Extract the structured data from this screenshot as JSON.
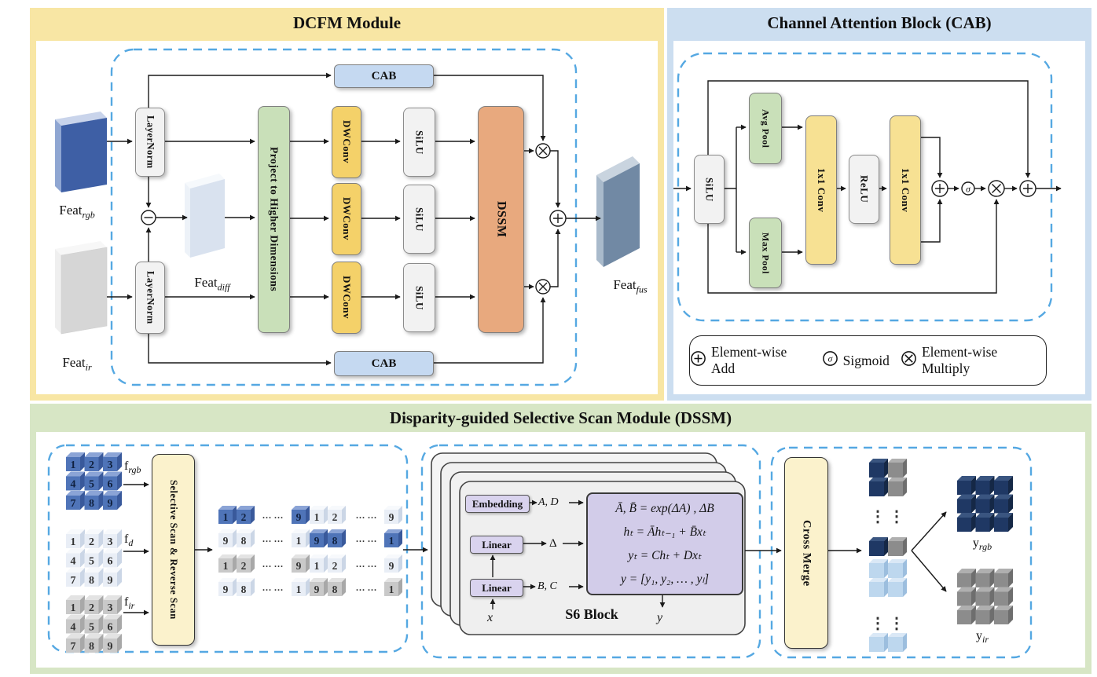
{
  "dcfm": {
    "title": "DCFM Module",
    "feat_rgb": {
      "base": "Feat",
      "sub": "rgb"
    },
    "feat_ir": {
      "base": "Feat",
      "sub": "ir"
    },
    "feat_diff": {
      "base": "Feat",
      "sub": "diff"
    },
    "feat_fus": {
      "base": "Feat",
      "sub": "fus"
    },
    "layernorm_top": "LayerNorm",
    "layernorm_bottom": "LayerNorm",
    "project": "Project to Higher Dimensions",
    "dwconv1": "DWConv",
    "dwconv2": "DWConv",
    "dwconv3": "DWConv",
    "silu1": "SiLU",
    "silu2": "SiLU",
    "silu3": "SiLU",
    "dssm_block": "DSSM",
    "cab_top": "CAB",
    "cab_bottom": "CAB"
  },
  "cab": {
    "title": "Channel Attention Block (CAB)",
    "silu": "SiLU",
    "avg_pool": "Avg Pool",
    "max_pool": "Max Pool",
    "conv1": "1x1 Conv",
    "relu": "ReLU",
    "conv2": "1x1 Conv",
    "legend": [
      {
        "icon": "add",
        "label": "Element-wise Add"
      },
      {
        "icon": "sigmoid",
        "label": "Sigmoid"
      },
      {
        "icon": "multiply",
        "label": "Element-wise Multiply"
      }
    ]
  },
  "dssm": {
    "title": "Disparity-guided Selective Scan Module (DSSM)",
    "inputs": [
      {
        "base": "f",
        "sub": "rgb",
        "cube": "rgb"
      },
      {
        "base": "f",
        "sub": "d",
        "cube": "d"
      },
      {
        "base": "f",
        "sub": "ir",
        "cube": "ir"
      }
    ],
    "grid_numbers": [
      "1",
      "2",
      "3",
      "4",
      "5",
      "6",
      "7",
      "8",
      "9"
    ],
    "scan_box": "Selective Scan & Reverse Scan",
    "dots_text": "··· ···",
    "sequences": [
      [
        {
          "c": "rgb",
          "n": "1"
        },
        {
          "c": "rgb",
          "n": "2"
        },
        "dots",
        {
          "c": "rgb",
          "n": "9"
        },
        {
          "c": "d",
          "n": "1"
        },
        {
          "c": "d",
          "n": "2"
        },
        "dots",
        {
          "c": "d",
          "n": "9"
        }
      ],
      [
        {
          "c": "d",
          "n": "9"
        },
        {
          "c": "d",
          "n": "8"
        },
        "dots",
        {
          "c": "d",
          "n": "1"
        },
        {
          "c": "rgb",
          "n": "9"
        },
        {
          "c": "rgb",
          "n": "8"
        },
        "dots",
        {
          "c": "rgb",
          "n": "1"
        }
      ],
      [
        {
          "c": "ir",
          "n": "1"
        },
        {
          "c": "ir",
          "n": "2"
        },
        "dots",
        {
          "c": "ir",
          "n": "9"
        },
        {
          "c": "d",
          "n": "1"
        },
        {
          "c": "d",
          "n": "2"
        },
        "dots",
        {
          "c": "d",
          "n": "9"
        }
      ],
      [
        {
          "c": "d",
          "n": "9"
        },
        {
          "c": "d",
          "n": "8"
        },
        "dots",
        {
          "c": "d",
          "n": "1"
        },
        {
          "c": "ir",
          "n": "9"
        },
        {
          "c": "ir",
          "n": "8"
        },
        "dots",
        {
          "c": "ir",
          "n": "1"
        }
      ]
    ],
    "s6": {
      "embedding": "Embedding",
      "linear_mid": "Linear",
      "linear_bottom": "Linear",
      "ad_label": "A, D",
      "delta_label": "Δ",
      "bc_label": "B, C",
      "x_label": "x",
      "y_label": "y",
      "block_title": "S6 Block",
      "equations": [
        "Ā, B̄ = exp(ΔA) , ΔB",
        "hₜ = Āhₜ₋₁ + B̄xₜ",
        "yₜ = Chₜ + Dxₜ",
        "y = [y₁, y₂, … , yₗ]"
      ]
    },
    "cross_merge": "Cross Merge",
    "merge_column": [
      [
        "navy",
        "gray"
      ],
      [
        "navy",
        "gray"
      ],
      "dots",
      [
        "navy",
        "gray"
      ],
      [
        "lightblue",
        "lightblue"
      ],
      [
        "lightblue",
        "lightblue"
      ],
      "dots",
      [
        "lightblue",
        "lightblue"
      ]
    ],
    "vdots_text": "⋮",
    "output_rgb": {
      "base": "y",
      "sub": "rgb",
      "cube": "navy",
      "rows": 3,
      "cols": 3
    },
    "output_ir": {
      "base": "y",
      "sub": "ir",
      "cube": "gray",
      "rows": 3,
      "cols": 3
    }
  },
  "colors": {
    "dcfm_bg": "#F8E6A4",
    "cab_bg": "#CCDEF0",
    "dssm_bg": "#D7E6C5",
    "dashed_border": "#55A8E2",
    "block_gray": "#F2F2F2",
    "block_green": "#C9E0B9",
    "block_yellow": "#F4D169",
    "block_yellow_light": "#F7E193",
    "block_blue": "#C5D9F1",
    "block_orange": "#E8A97E",
    "block_cream": "#FBF2CC",
    "block_lavender": "#D9D3EE",
    "equation_bg": "#D2CCE9",
    "cubes": {
      "rgb": {
        "f": "#4F74B8",
        "t": "#8BA4D6",
        "s": "#39599B"
      },
      "d": {
        "f": "#E9EEF6",
        "t": "#F7F9FC",
        "s": "#CBD6E6"
      },
      "ir": {
        "f": "#C9C9C9",
        "t": "#E3E3E3",
        "s": "#A8A8A8"
      },
      "navy": {
        "f": "#1F3864",
        "t": "#3A5580",
        "s": "#152846"
      },
      "gray": {
        "f": "#8C8C8C",
        "t": "#AFAFAF",
        "s": "#6E6E6E"
      },
      "lightblue": {
        "f": "#BDD7EE",
        "t": "#DAE8F6",
        "s": "#9CBEDE"
      }
    },
    "slabs": {
      "rgb": {
        "f": "#3E5FA5",
        "side": "#8FA6D2",
        "top": "#C9D4EB"
      },
      "ir": {
        "f": "#D6D6D6",
        "side": "#EFEFEF",
        "top": "#F7F7F7"
      },
      "diff": {
        "f": "#D9E2EF",
        "side": "#EDF2F8",
        "top": "#F6F9FC"
      },
      "fus": {
        "f": "#7189A4",
        "side": "#A9BACB",
        "top": "#C9D4DF"
      }
    }
  }
}
